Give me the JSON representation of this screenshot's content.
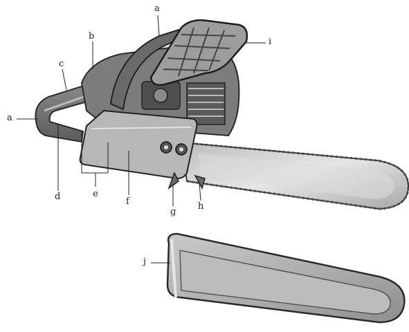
{
  "labels": {
    "a_top": "a",
    "a_left": "a",
    "b": "b",
    "c": "c",
    "d": "d",
    "e": "e",
    "f": "f",
    "g": "g",
    "h": "h",
    "i": "i",
    "j": "j"
  },
  "colors": {
    "ink": "#2a2a2a",
    "body_dark": "#6e6e6e",
    "body_mid": "#9a9a9a",
    "body_light": "#c8c8c8",
    "bar_light": "#d9d9d9",
    "bar_dark": "#8a8a8a"
  }
}
